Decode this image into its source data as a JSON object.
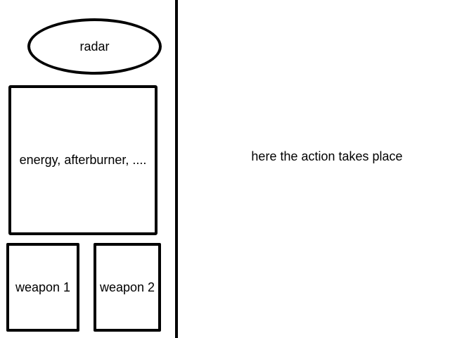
{
  "sidebar": {
    "radar_label": "radar",
    "status_label": "energy, afterburner, ....",
    "weapon1_label": "weapon 1",
    "weapon2_label": "weapon 2"
  },
  "main": {
    "action_label": "here the action takes place"
  },
  "colors": {
    "line": "#000000",
    "background": "#ffffff"
  }
}
